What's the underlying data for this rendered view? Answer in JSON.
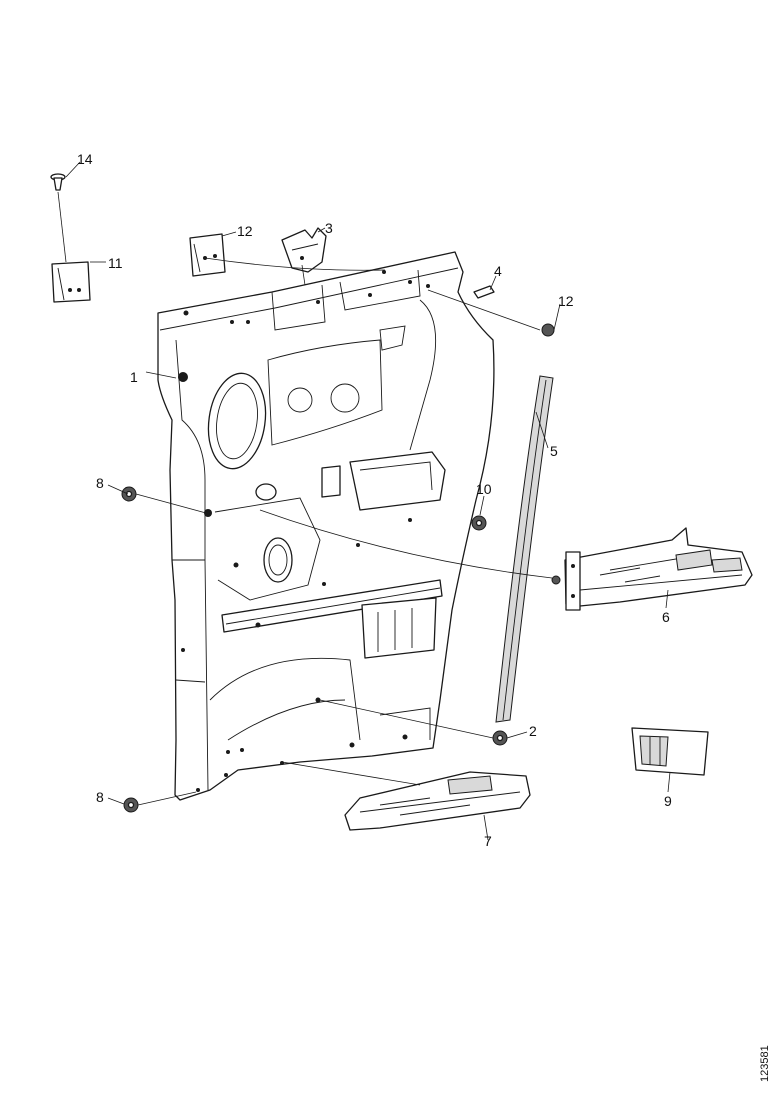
{
  "diagram": {
    "callouts": [
      {
        "id": "c1",
        "label": "1"
      },
      {
        "id": "c2",
        "label": "2"
      },
      {
        "id": "c3",
        "label": "3"
      },
      {
        "id": "c4",
        "label": "4"
      },
      {
        "id": "c5",
        "label": "5"
      },
      {
        "id": "c6",
        "label": "6"
      },
      {
        "id": "c7",
        "label": "7"
      },
      {
        "id": "c8a",
        "label": "8"
      },
      {
        "id": "c8b",
        "label": "8"
      },
      {
        "id": "c9",
        "label": "9"
      },
      {
        "id": "c10",
        "label": "10"
      },
      {
        "id": "c11",
        "label": "11"
      },
      {
        "id": "c12a",
        "label": "12"
      },
      {
        "id": "c12b",
        "label": "12"
      },
      {
        "id": "c14",
        "label": "14"
      }
    ],
    "reference_code": "123581"
  }
}
